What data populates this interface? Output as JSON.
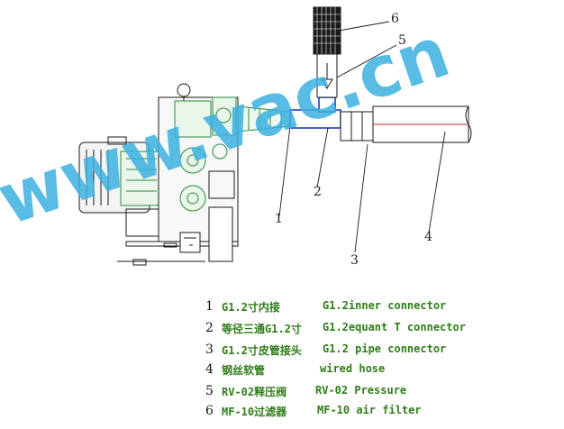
{
  "callouts": {
    "n1": "1",
    "n2": "2",
    "n3": "3",
    "n4": "4",
    "n5": "5",
    "n6": "6"
  },
  "legend": [
    {
      "num": "1",
      "cn": "G1.2寸内接",
      "en": "G1.2inner connector"
    },
    {
      "num": "2",
      "cn": "等径三通G1.2寸",
      "en": "G1.2equant T connector"
    },
    {
      "num": "3",
      "cn": "G1.2寸皮管接头",
      "en": "G1.2 pipe connector"
    },
    {
      "num": "4",
      "cn": "钢丝软管",
      "en": "wired hose"
    },
    {
      "num": "5",
      "cn": "RV-02释压阀",
      "en": "RV-02 Pressure"
    },
    {
      "num": "6",
      "cn": "MF-10过滤器",
      "en": "MF-10 air filter"
    }
  ],
  "watermark": "www.vac.cn",
  "colors": {
    "line": "#1a1a1a",
    "pump": "#2a8a3a",
    "connector_blue": "#1b3fbf",
    "hose_red": "#d01818",
    "legend_text": "#2e7d17",
    "watermark": "#3bb0e0"
  }
}
